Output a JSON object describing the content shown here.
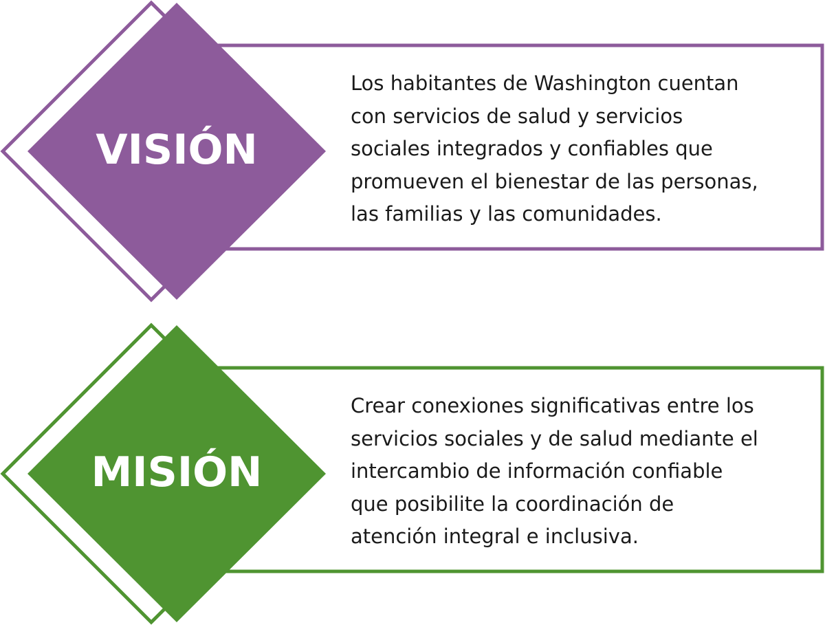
{
  "colors": {
    "vision": "#8d5b9b",
    "mission": "#4f9431",
    "text": "#1a1a1a",
    "label_text": "#ffffff"
  },
  "vision": {
    "title": "VISIÓN",
    "text": "Los habitantes de Washington cuentan\ncon servicios de salud y servicios\nsociales integrados y confiables que\npromueven el bienestar de las personas,\nlas familias y las comunidades."
  },
  "mission": {
    "title": "MISIÓN",
    "text": "Crear conexiones significativas entre los\nservicios sociales y de salud mediante el\nintercambio de información confiable\nque posibilite la coordinación de\natención integral e inclusiva."
  }
}
